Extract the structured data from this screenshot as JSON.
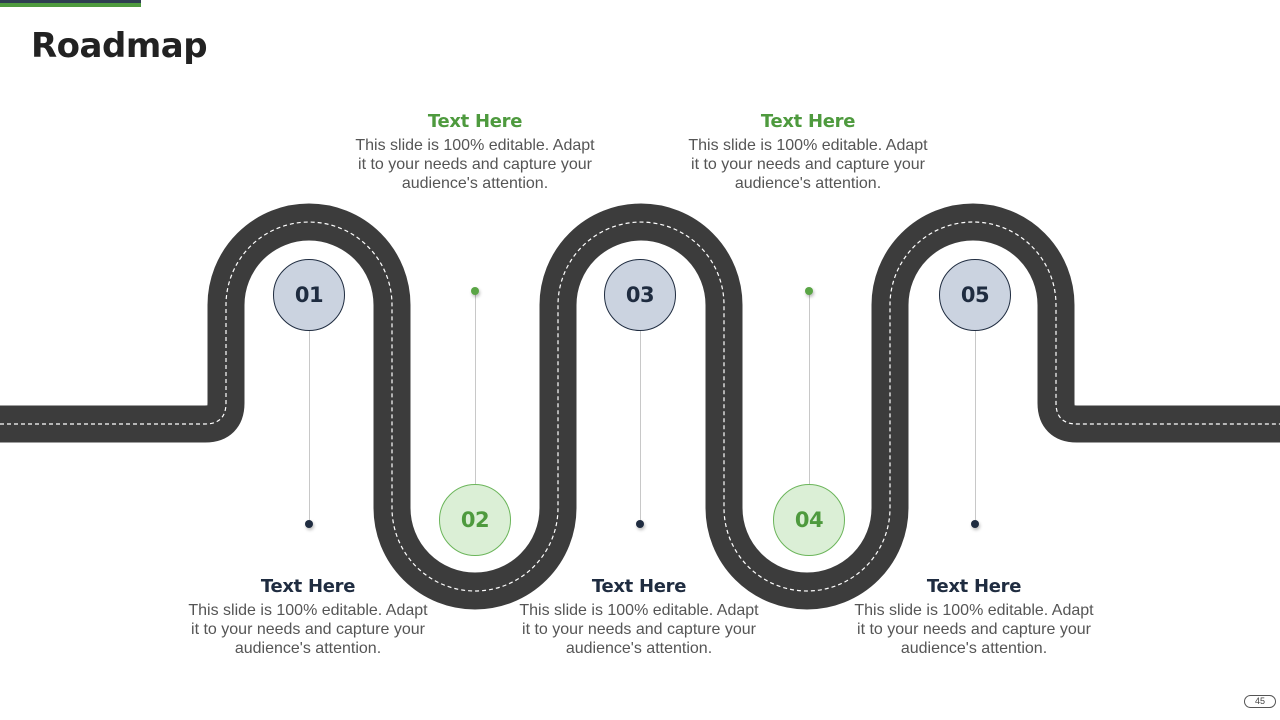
{
  "slide": {
    "title": "Roadmap",
    "page_number": "45"
  },
  "colors": {
    "road": "#3c3c3c",
    "dash": "#ffffff",
    "green_accent": "#4e9a3e",
    "navy": "#1f2c40",
    "blue_circle_fill": "#cbd3e0",
    "green_circle_fill": "#dbefd6"
  },
  "steps": [
    {
      "number": "01",
      "title": "Text Here",
      "body": "This slide is 100% editable. Adapt it to your needs and capture your audience's attention."
    },
    {
      "number": "02",
      "title": "Text Here",
      "body": "This slide is 100% editable. Adapt it to your needs and capture your audience's attention."
    },
    {
      "number": "03",
      "title": "Text Here",
      "body": "This slide is 100% editable. Adapt it to your needs and capture your audience's attention."
    },
    {
      "number": "04",
      "title": "Text Here",
      "body": "This slide is 100% editable. Adapt it to your needs and capture your audience's attention."
    },
    {
      "number": "05",
      "title": "Text Here",
      "body": "This slide is 100% editable. Adapt it to your needs and capture your audience's attention."
    }
  ]
}
